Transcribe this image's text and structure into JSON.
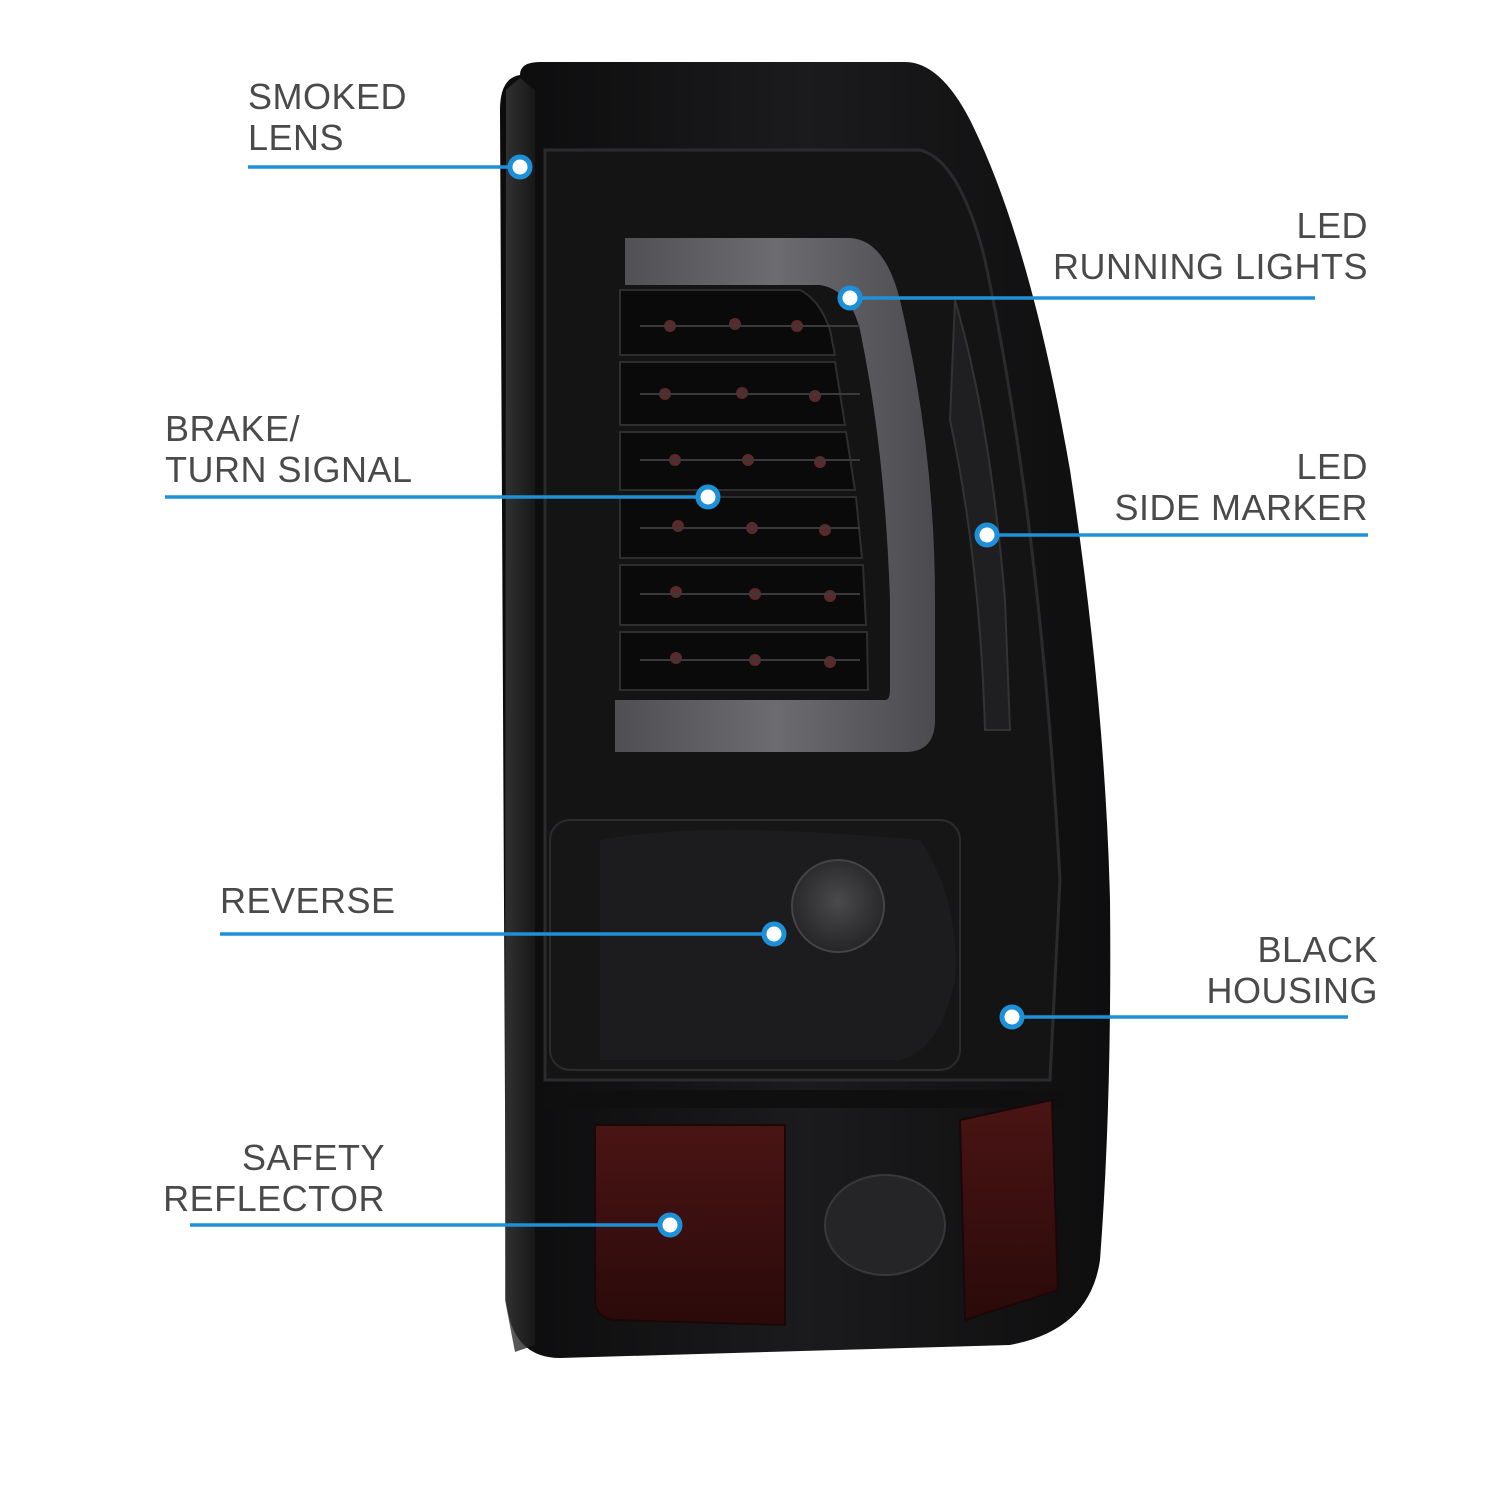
{
  "accent_color": "#1e90d8",
  "product": {
    "name": "tail-light",
    "lens": "smoked",
    "housing": "black"
  },
  "callouts": [
    {
      "id": "smoked-lens",
      "lines": [
        "SMOKED",
        "LENS"
      ],
      "side": "left"
    },
    {
      "id": "led-running-lights",
      "lines": [
        "LED",
        "RUNNING LIGHTS"
      ],
      "side": "right"
    },
    {
      "id": "brake-turn-signal",
      "lines": [
        "BRAKE/",
        "TURN SIGNAL"
      ],
      "side": "left"
    },
    {
      "id": "led-side-marker",
      "lines": [
        "LED",
        "SIDE MARKER"
      ],
      "side": "right"
    },
    {
      "id": "reverse",
      "lines": [
        "REVERSE"
      ],
      "side": "left"
    },
    {
      "id": "black-housing",
      "lines": [
        "BLACK",
        "HOUSING"
      ],
      "side": "right"
    },
    {
      "id": "safety-reflector",
      "lines": [
        "SAFETY",
        "REFLECTOR"
      ],
      "side": "left"
    }
  ]
}
